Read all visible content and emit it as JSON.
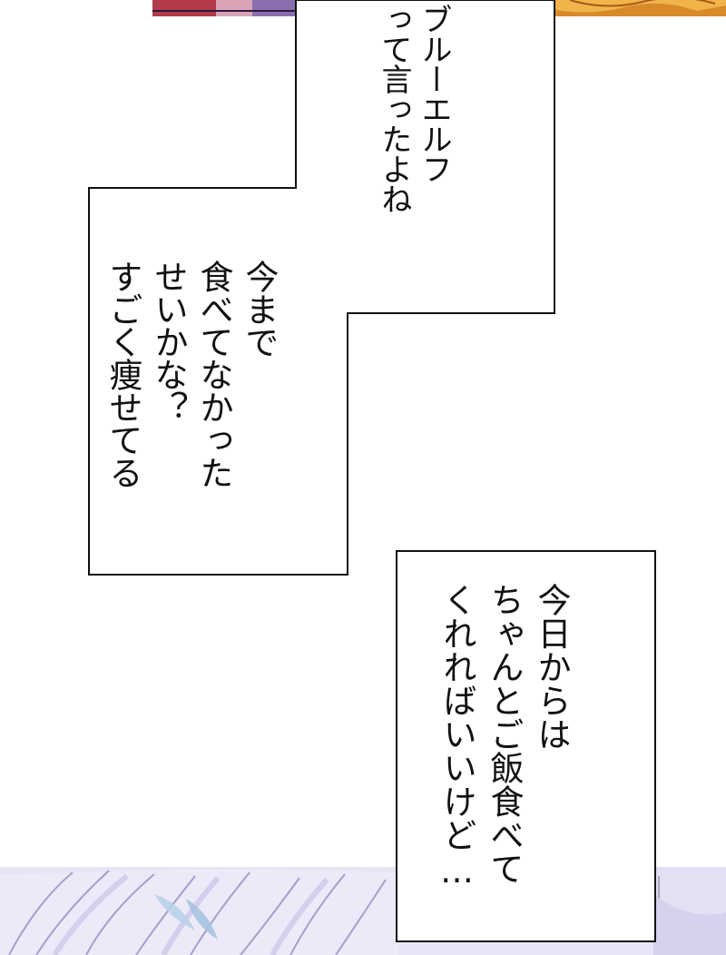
{
  "page": {
    "type": "manga-panel",
    "background": "#ffffff",
    "colors": {
      "ink": "#111111",
      "hair_warm": "#e8a23a",
      "hair_cool": "#c9c4e8",
      "skin_shadow": "#d9a3b8"
    }
  },
  "bubbles": [
    {
      "id": "bubble-1",
      "text": "ブルーエルフ\nって言ったよね"
    },
    {
      "id": "bubble-2",
      "text": "今まで\n食べてなかった\nせいかな？\nすごく痩せてる"
    },
    {
      "id": "bubble-3",
      "text": "今日からは\nちゃんとご飯食べて\nくれればいいけど…"
    }
  ]
}
